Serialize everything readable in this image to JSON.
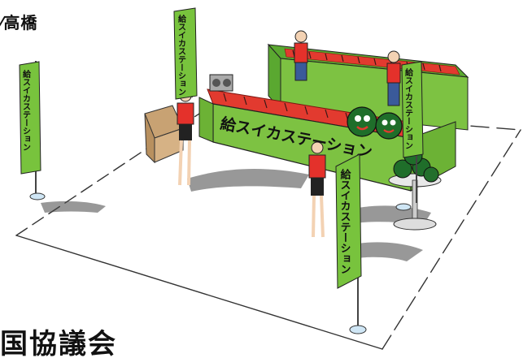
{
  "labels": {
    "top_left": "⁄高橋",
    "bottom_left": "国協議会"
  },
  "signage": {
    "counter_banner": "給スイカステーション",
    "flag_text": "給スイカステーション"
  },
  "colors": {
    "flag_green": "#78c33d",
    "counter_green": "#7dc242",
    "shirt_red": "#e4312b",
    "watermelon_dark": "#1f6e2a",
    "base_blue": "#cfe6f5"
  }
}
